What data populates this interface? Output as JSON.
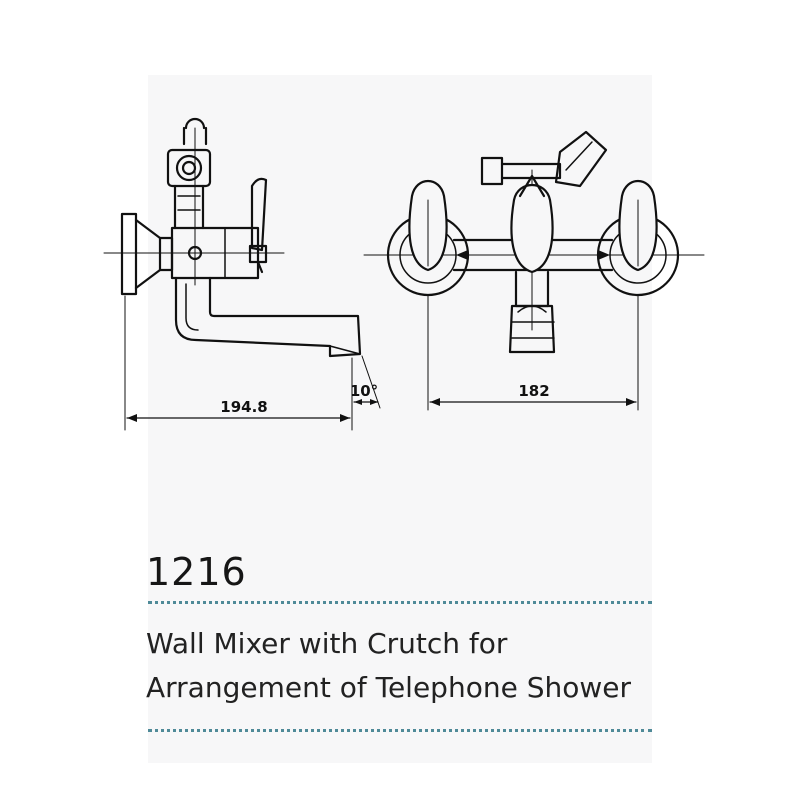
{
  "diagram": {
    "side_view": {
      "width_label": "194.8",
      "angle_label": "10°"
    },
    "front_view": {
      "spacing_label": "182"
    }
  },
  "product": {
    "model_number": "1216",
    "title_lines": [
      "Wall Mixer with Crutch for",
      "Arrangement of Telephone Shower"
    ]
  },
  "colors": {
    "line": "#111111",
    "rule": "#4f8a98",
    "panel": "#f7f7f8"
  }
}
